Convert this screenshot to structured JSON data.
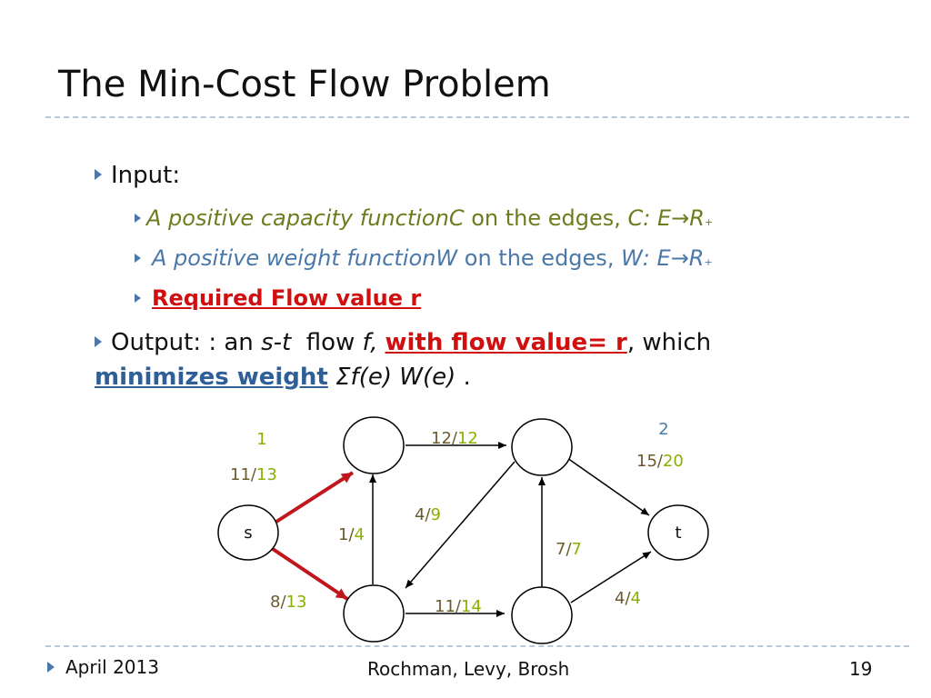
{
  "slide": {
    "title": "The Min-Cost Flow Problem",
    "input_label": "Input:",
    "capacity": {
      "text": "A positive capacity function ",
      "var": "C",
      "mid": " on the edges, ",
      "map": "C: E",
      "arrow": "→",
      "set": "R",
      "sup": "+"
    },
    "weight": {
      "text": "A positive weight function ",
      "var": "W",
      "mid": " on the edges, ",
      "map": "W: E",
      "arrow": "→",
      "set": "R",
      "sup": "+"
    },
    "required": "Required Flow value r",
    "output": {
      "label": "Output: :",
      "an": " an ",
      "st": "s-t",
      "flow": "  flow ",
      "f": "f,",
      "emph": "with flow value= r",
      "which": ", which",
      "minimizes": "minimizes weight",
      "formula": " Σf(e) W(e)",
      "period": " ."
    }
  },
  "graph": {
    "nodes": {
      "s": "s",
      "t": "t"
    },
    "labels": {
      "one": "1",
      "two": "2",
      "s_a": {
        "flow": "11",
        "cap": "13"
      },
      "a_b": {
        "flow": "12",
        "cap": "12"
      },
      "b_t": {
        "flow": "15",
        "cap": "20"
      },
      "b_c": {
        "flow": "4",
        "cap": "9"
      },
      "c_a": {
        "flow": "1",
        "cap": "4"
      },
      "d_b": {
        "flow": "7",
        "cap": "7"
      },
      "s_c": {
        "flow": "8",
        "cap": "13"
      },
      "c_d": {
        "flow": "11",
        "cap": "14"
      },
      "d_t": {
        "flow": "4",
        "cap": "4"
      }
    }
  },
  "footer": {
    "date": "April 2013",
    "authors": "Rochman,  Levy,  Brosh",
    "page": "19"
  },
  "colors": {
    "flow": "#6b5a2e",
    "cap": "#8ab000",
    "highlight_edge": "#c0161c",
    "bullet": "#4a78a8"
  }
}
